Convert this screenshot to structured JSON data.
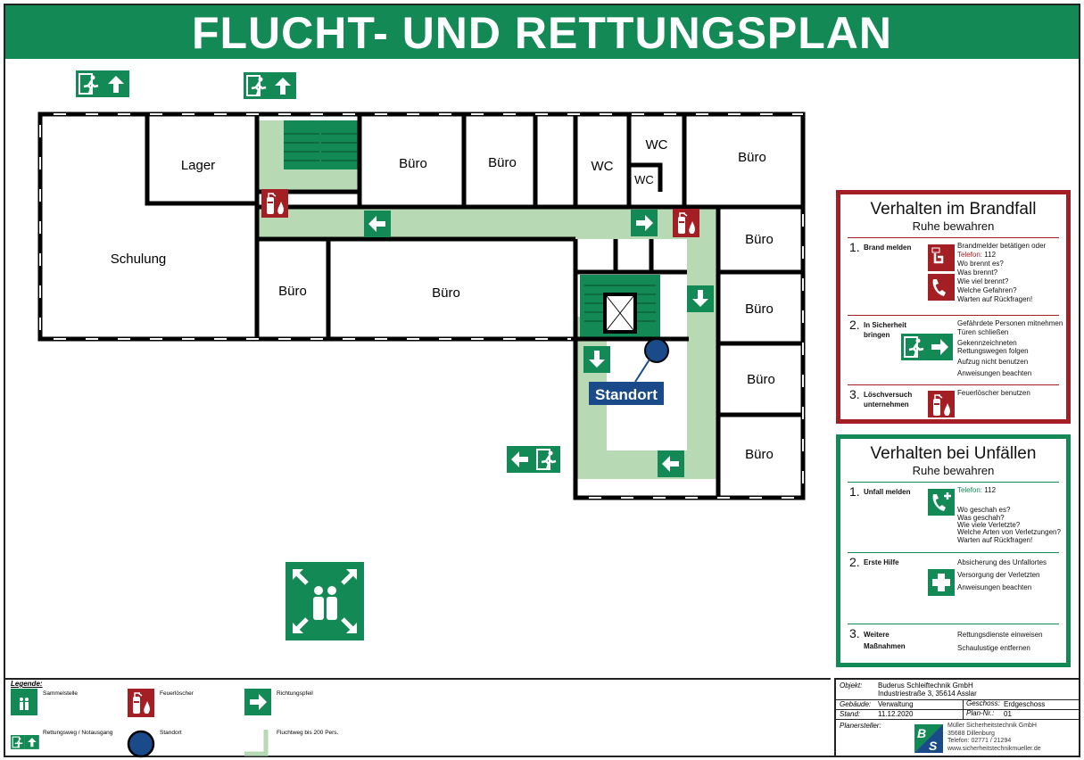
{
  "title": "FLUCHT- UND RETTUNGSPLAN",
  "rooms": {
    "lager": "Lager",
    "schulung": "Schulung",
    "buero": "Büro",
    "wc": "WC"
  },
  "standort": "Standort",
  "brand": {
    "title": "Verhalten im Brandfall",
    "sub": "Ruhe bewahren",
    "s1": {
      "num": "1.",
      "title": "Brand melden",
      "lines": [
        "Brandmelder betätigen oder",
        "Wo brennt es?",
        "Was brennt?",
        "Wie viel brennt?",
        "Welche  Gefahren?",
        "Warten auf Rückfragen!"
      ],
      "tel_label": "Telefon:",
      "tel": "112"
    },
    "s2": {
      "num": "2.",
      "title": "In Sicherheit bringen",
      "lines": [
        "Gefährdete Personen mitnehmen",
        "Türen schließen",
        "Gekennzeichneten Rettungswegen folgen",
        "Aufzug nicht benutzen",
        "Anweisungen beachten"
      ]
    },
    "s3": {
      "num": "3.",
      "title": "Löschversuch unternehmen",
      "lines": [
        "Feuerlöscher benutzen"
      ]
    }
  },
  "unfall": {
    "title": "Verhalten bei Unfällen",
    "sub": "Ruhe bewahren",
    "s1": {
      "num": "1.",
      "title": "Unfall melden",
      "tel_label": "Telefon:",
      "tel": "112",
      "lines": [
        "Wo geschah es?",
        "Was geschah?",
        "Wie viele  Verletzte?",
        "Welche Arten von Verletzungen?",
        "Warten auf Rückfragen!"
      ]
    },
    "s2": {
      "num": "2.",
      "title": "Erste Hilfe",
      "lines": [
        "Absicherung des Unfallortes",
        "Versorgung der Verletzten",
        "Anweisungen beachten"
      ]
    },
    "s3": {
      "num": "3.",
      "title": "Weitere Maßnahmen",
      "lines": [
        "Rettungsdienste einweisen",
        "Schaulustige entfernen"
      ]
    }
  },
  "legend": {
    "title": "Legende:",
    "items": [
      "Sammelstelle",
      "Feuerlöscher",
      "Richtungspfeil",
      "Rettungsweg / Notausgang",
      "Standort",
      "Fluchtweg bis 200 Pers."
    ]
  },
  "info": {
    "objekt_label": "Objekt:",
    "objekt": "Buderus Schleiftechnik GmbH",
    "adresse": "Industriestraße 3, 35614 Asslar",
    "gebaeude_label": "Gebäude:",
    "gebaeude": "Verwaltung",
    "geschoss_label": "Geschoss:",
    "geschoss": "Erdgeschoss",
    "stand_label": "Stand:",
    "stand": "11.12.2020",
    "plan_label": "Plan-Nr.:",
    "plan": "01",
    "ersteller_label": "Planersteller:",
    "firma": "Müller Sicherheitstechnik GmbH",
    "ort": "35688 Dillenburg",
    "telefon": "Telefon: 02771 / 21294",
    "web": "www.sicherheitstechnikmueller.de",
    "logo": "B/S"
  },
  "colors": {
    "green": "#138a56",
    "red": "#a31f24",
    "route": "#b7dab5",
    "blue": "#1a4a8a"
  }
}
